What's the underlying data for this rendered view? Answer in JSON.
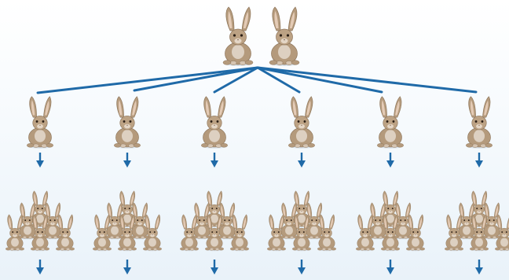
{
  "diagram": {
    "generations": [
      {
        "level": 1,
        "rabbits": 2,
        "groups": 1
      },
      {
        "level": 2,
        "rabbits": 1,
        "groups": 6
      },
      {
        "level": 3,
        "rabbits": 6,
        "groups": 6
      }
    ],
    "connector_color": "#1f6aa8",
    "arrow_color": "#1f6aa8",
    "rabbit_color": "#b49a7c",
    "icons": [
      "rabbit-icon",
      "down-arrow-icon",
      "branch-line"
    ]
  }
}
